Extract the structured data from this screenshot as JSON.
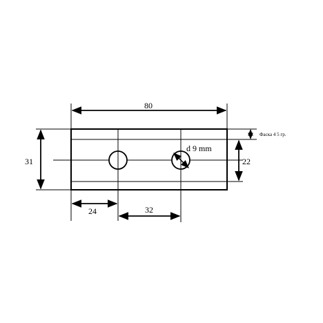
{
  "dimensions": {
    "overall_length": "80",
    "overall_height": "31",
    "hole_spacing_height": "22",
    "hole_offset_left": "24",
    "hole_spacing": "32",
    "hole_diameter": "d 9 mm",
    "chamfer_note": "Фаска 4 5 гр."
  },
  "colors": {
    "line": "#000000",
    "background": "#ffffff"
  }
}
